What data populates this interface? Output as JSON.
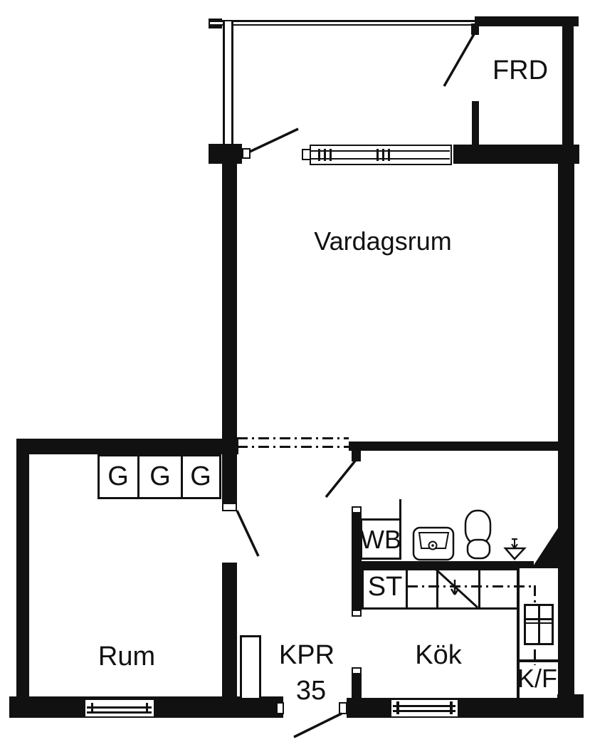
{
  "plan": {
    "type": "apartment-floor-plan",
    "labels": {
      "frd": "FRD",
      "vardagsrum": "Vardagsrum",
      "wardrobe": "G",
      "wb": "WB",
      "st": "ST",
      "rum": "Rum",
      "kpr": "KPR",
      "apartment_number": "35",
      "kok": "Kök",
      "kf": "K/F"
    },
    "colors": {
      "wall": "#111111",
      "background": "#ffffff"
    }
  }
}
